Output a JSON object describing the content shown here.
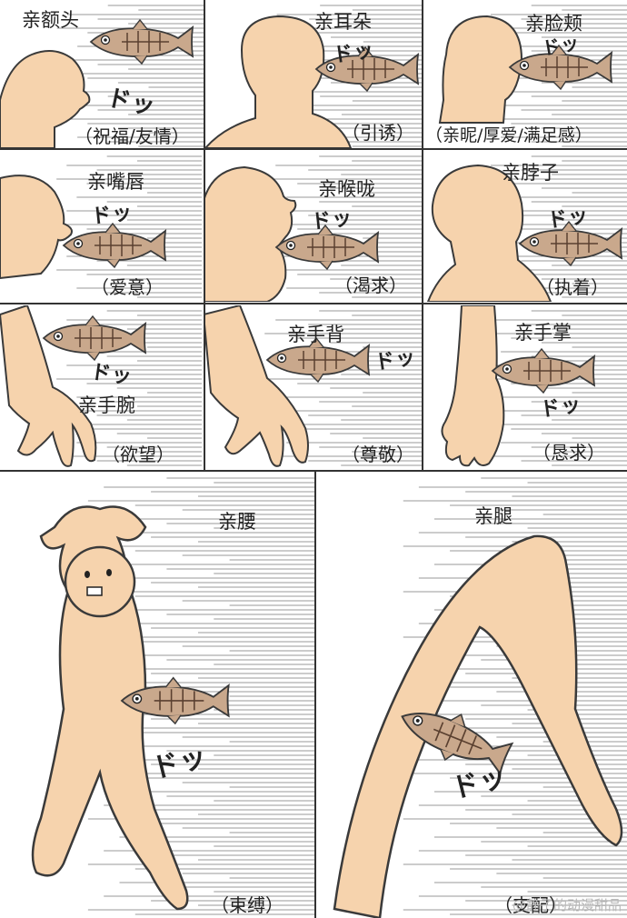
{
  "panels": [
    {
      "title": "亲额头",
      "meaning": "（祝福/友情）",
      "sfx": "ドッ"
    },
    {
      "title": "亲耳朵",
      "meaning": "（引诱）",
      "sfx": "ドッ"
    },
    {
      "title": "亲脸颊",
      "meaning": "（亲昵/厚爱/满足感）",
      "sfx": "ドッ"
    },
    {
      "title": "亲嘴唇",
      "meaning": "（爱意）",
      "sfx": "ドッ"
    },
    {
      "title": "亲喉咙",
      "meaning": "（渴求）",
      "sfx": "ドッ"
    },
    {
      "title": "亲脖子",
      "meaning": "（执着）",
      "sfx": "ドッ"
    },
    {
      "title": "亲手腕",
      "meaning": "（欲望）",
      "sfx": "ドッ"
    },
    {
      "title": "亲手背",
      "meaning": "（尊敬）",
      "sfx": "ドッ"
    },
    {
      "title": "亲手掌",
      "meaning": "（恳求）",
      "sfx": "ドッ"
    },
    {
      "title": "亲腰",
      "meaning": "（束缚）",
      "sfx": "ドッ"
    },
    {
      "title": "亲腿",
      "meaning": "（支配）",
      "sfx": "ドッ"
    }
  ],
  "watermark": "@静子的动漫甜品",
  "colors": {
    "skin": "#f6d3ad",
    "line": "#3a3a3a",
    "fish": "#c9a88c"
  }
}
